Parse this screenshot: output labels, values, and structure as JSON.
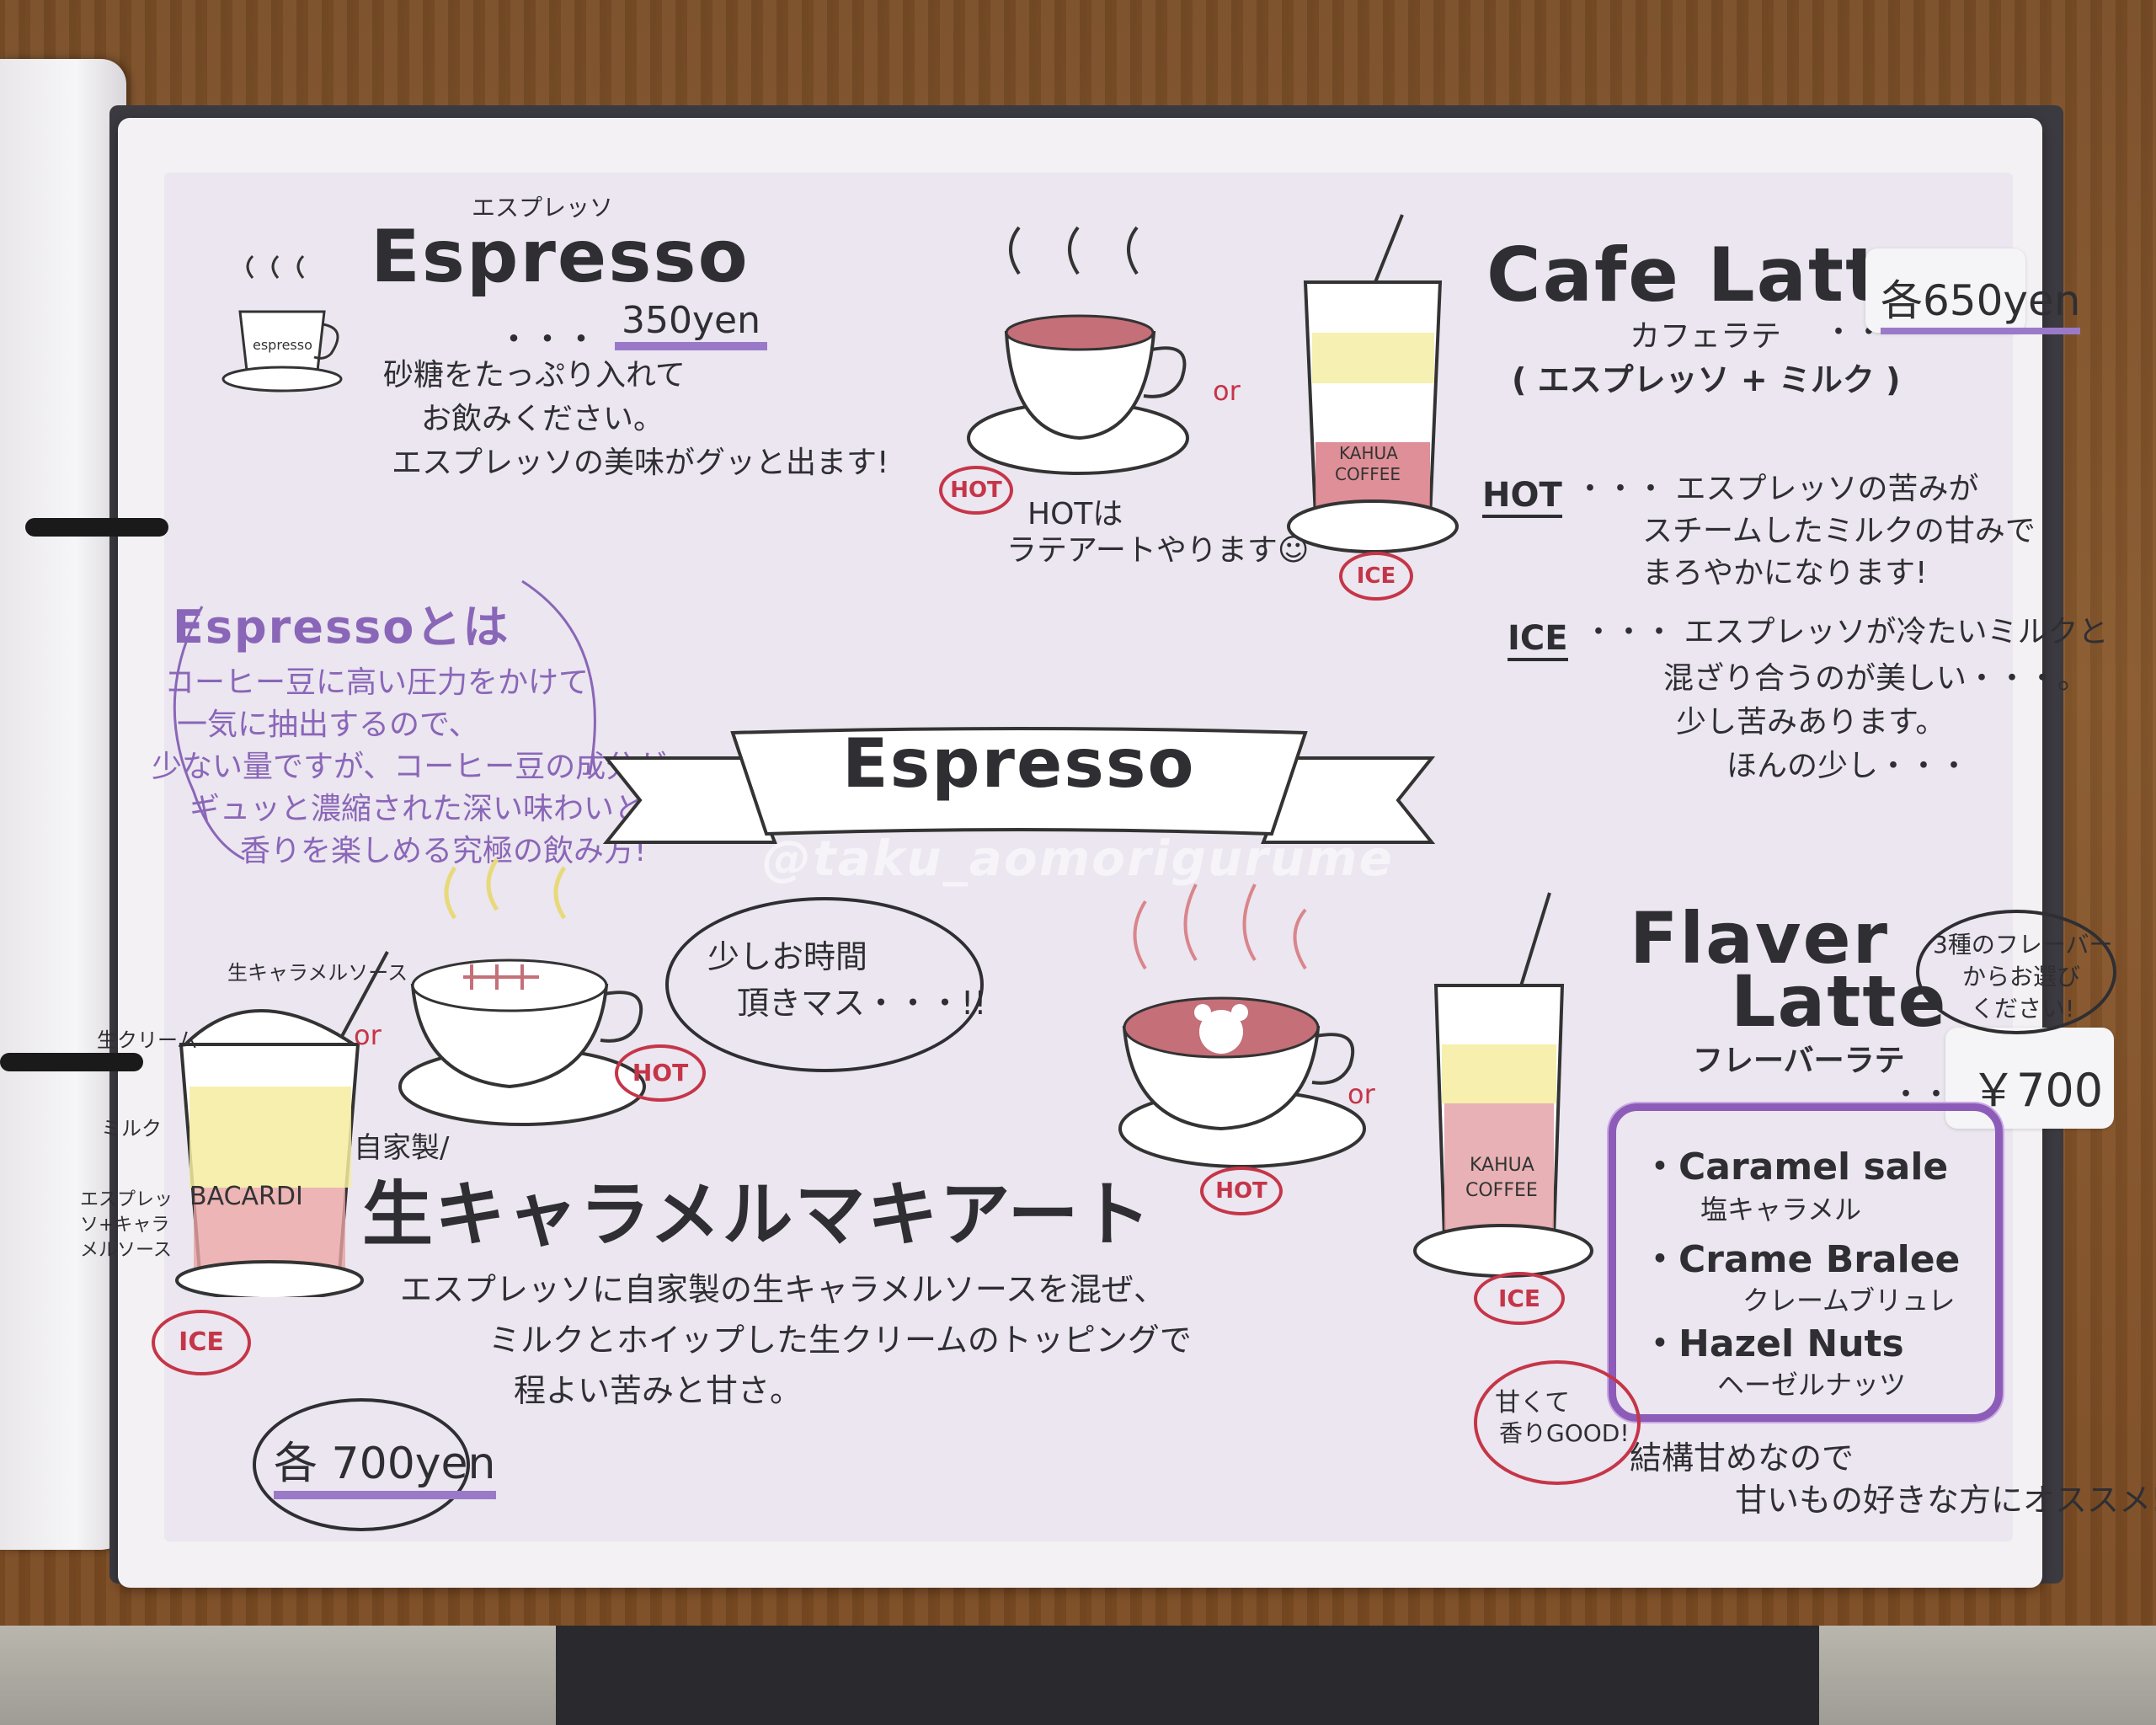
{
  "espresso": {
    "ruby": "エスプレッソ",
    "title": "Espresso",
    "dots": "・・・",
    "price": "350yen",
    "desc": [
      "砂糖をたっぷり入れて",
      "お飲みください。",
      "エスプレッソの美味がグッと出ます!"
    ]
  },
  "hot_art_note": [
    "HOTは",
    "ラテアートやります☺"
  ],
  "labels": {
    "hot": "HOT",
    "ice": "ICE",
    "or": "or"
  },
  "cafe_latte": {
    "title": "Cafe Latte",
    "ruby": "カフェラテ",
    "dots": "・・・",
    "price": "各650yen",
    "sub": "( エスプレッソ + ミルク )",
    "hot_label": "HOT",
    "hot_desc": [
      "・・・ エスプレッソの苦みが",
      "スチームしたミルクの甘みで",
      "まろやかになります!"
    ],
    "ice_label": "ICE",
    "ice_desc": [
      "・・・ エスプレッソが冷たいミルクと",
      "混ざり合うのが美しい・・・。",
      "少し苦みあります。",
      "ほんの少し・・・"
    ]
  },
  "about": {
    "title": "Espressoとは",
    "lines": [
      "コーヒー豆に高い圧力をかけて",
      "一気に抽出するので、",
      "少ない量ですが、コーヒー豆の成分が",
      "ギュッと濃縮された深い味わいと",
      "香りを楽しめる究極の飲み方!"
    ]
  },
  "banner": "Espresso",
  "watermark": "@taku_aomorigurume",
  "bubble_wait": [
    "少しお時間",
    "頂きマス・・・!!"
  ],
  "caramel": {
    "homemade": "自家製/",
    "title": "生キャラメルマキアート",
    "desc": [
      "エスプレッソに自家製の生キャラメルソースを混ぜ、",
      "ミルクとホイップした生クリームのトッピングで",
      "程よい苦みと甘さ。"
    ],
    "price": "各 700yen",
    "layers": [
      "生キャラメルソース",
      "生クリーム",
      "ミルク",
      "エスプレッソ+キャラメルソース"
    ],
    "cup_text": "BACARDI"
  },
  "flaver_latte": {
    "title_1": "Flaver",
    "title_2": "Latte",
    "ruby": "フレーバーラテ",
    "dots": "・・・",
    "price": "￥700",
    "bubble": [
      "3種のフレーバー",
      "からお選び",
      "ください!"
    ],
    "flavors": [
      {
        "name": "・Caramel sale",
        "jp": "塩キャラメル"
      },
      {
        "name": "・Crame Bralee",
        "jp": "クレームブリュレ"
      },
      {
        "name": "・Hazel Nuts",
        "jp": "ヘーゼルナッツ"
      }
    ],
    "sweet_bubble": [
      "甘くて",
      "香りGOOD!"
    ],
    "note": [
      "結構甘めなので",
      "甘いもの好きな方にオススメ!"
    ]
  },
  "cup_brand": [
    "KAHUA",
    "COFFEE"
  ]
}
